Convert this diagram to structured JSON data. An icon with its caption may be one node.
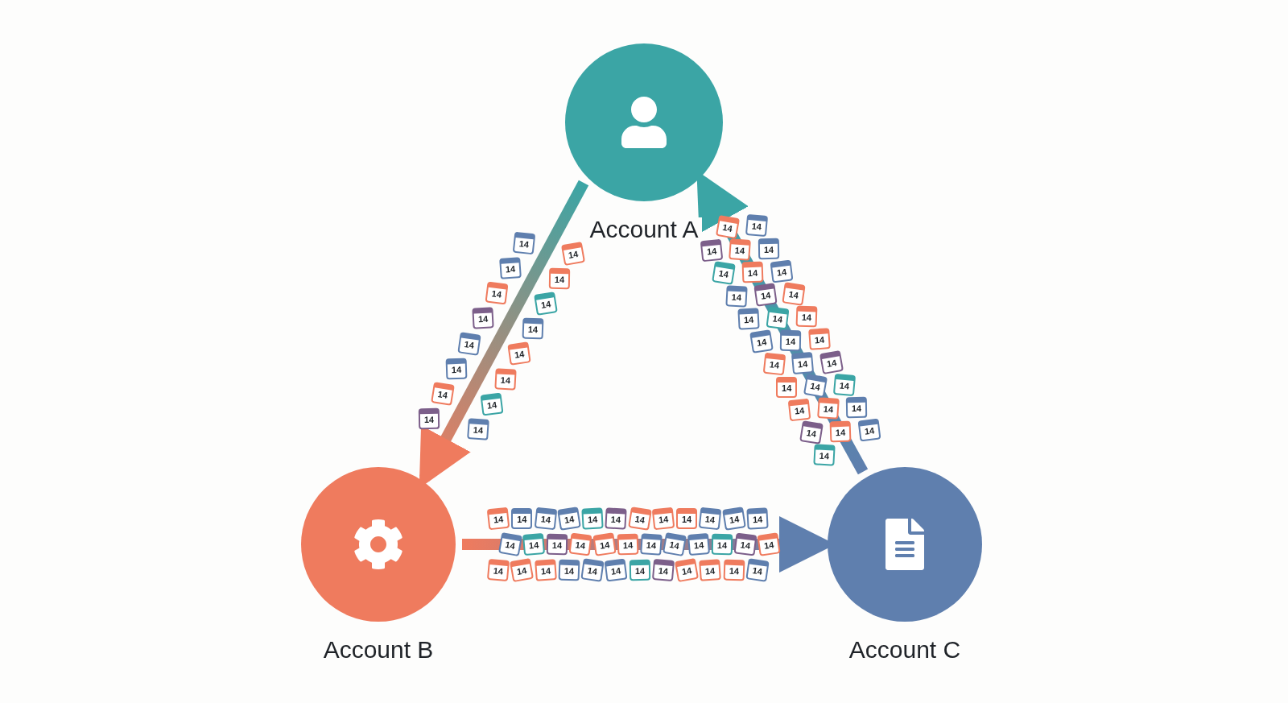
{
  "diagram": {
    "nodes": [
      {
        "text": [
          "Account A"
        ]
      },
      {
        "text": [
          "Account B"
        ]
      },
      {
        "text": [
          "Account C"
        ]
      }
    ],
    "edges": [
      {
        "from": 0,
        "to": 1,
        "arrow": "to",
        "style": "thick",
        "color": "#ef7b5e"
      },
      {
        "from": 1,
        "to": 2,
        "arrow": "to",
        "style": "thick",
        "color": "#5f7fae"
      },
      {
        "from": 2,
        "to": 0,
        "arrow": "to",
        "style": "thick",
        "color": "#3ba5a5"
      }
    ],
    "labels": [
      "14",
      "14",
      "14",
      "14",
      "14",
      "14",
      "14",
      "14",
      "14",
      "14",
      "14",
      "14",
      "14",
      "14",
      "14",
      "14",
      "14",
      "14",
      "14",
      "14",
      "14",
      "14",
      "14",
      "14",
      "14",
      "14",
      "14",
      "14",
      "14",
      "14",
      "14",
      "14",
      "14",
      "14",
      "14",
      "14",
      "14",
      "14",
      "14",
      "14",
      "14",
      "14",
      "14",
      "14",
      "14",
      "14",
      "14",
      "14",
      "14",
      "14",
      "14",
      "14",
      "14",
      "14",
      "14",
      "14",
      "14",
      "14",
      "14",
      "14",
      "14",
      "14",
      "14",
      "14",
      "14",
      "14",
      "14",
      "14",
      "14",
      "14",
      "14",
      "14",
      "14",
      "14",
      "14",
      "14",
      "14",
      "14",
      "14",
      "14",
      "14",
      "14"
    ]
  }
}
